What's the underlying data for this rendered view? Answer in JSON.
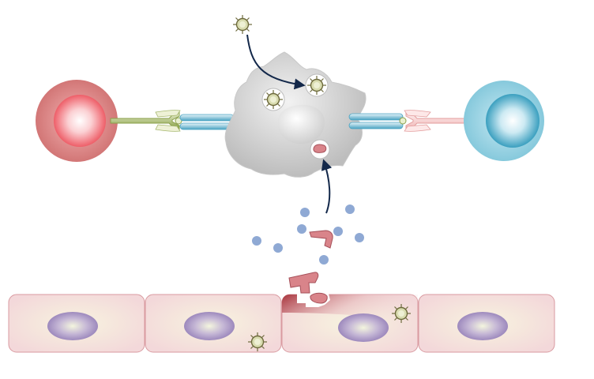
{
  "diagram": {
    "labels": [],
    "cells": {
      "left_lymphocyte": "red-cell",
      "right_lymphocyte": "blue-cell",
      "antigen_presenting_cell": "grey-dendritic-cell",
      "epithelium_cell_count": 4,
      "damaged_epithelium_index": 2
    },
    "colors": {
      "red_cell_outer": "#d98080",
      "red_cell_inner": "#f06a72",
      "blue_cell_outer": "#8ccde0",
      "blue_cell_inner": "#3fa3c2",
      "apc_fill": "#d6d6d6",
      "receptor_blue": "#4aa3c2",
      "receptor_green": "#8aa04a",
      "receptor_pink": "#f2c0c0",
      "antigen_dot": "#8fa9d4",
      "protein_fragment": "#d9848a",
      "epithelium_fill": "#f4dadb",
      "epithelium_nucleus": "#a48fc2",
      "arrow": "#13284a",
      "virus_fill": "#d9dcb0",
      "virus_outline": "#6d6a3c"
    },
    "icons": {
      "pathogen": "virus-icon",
      "antigen": "antigen-dot-icon",
      "fragment": "protein-fragment-icon"
    }
  }
}
